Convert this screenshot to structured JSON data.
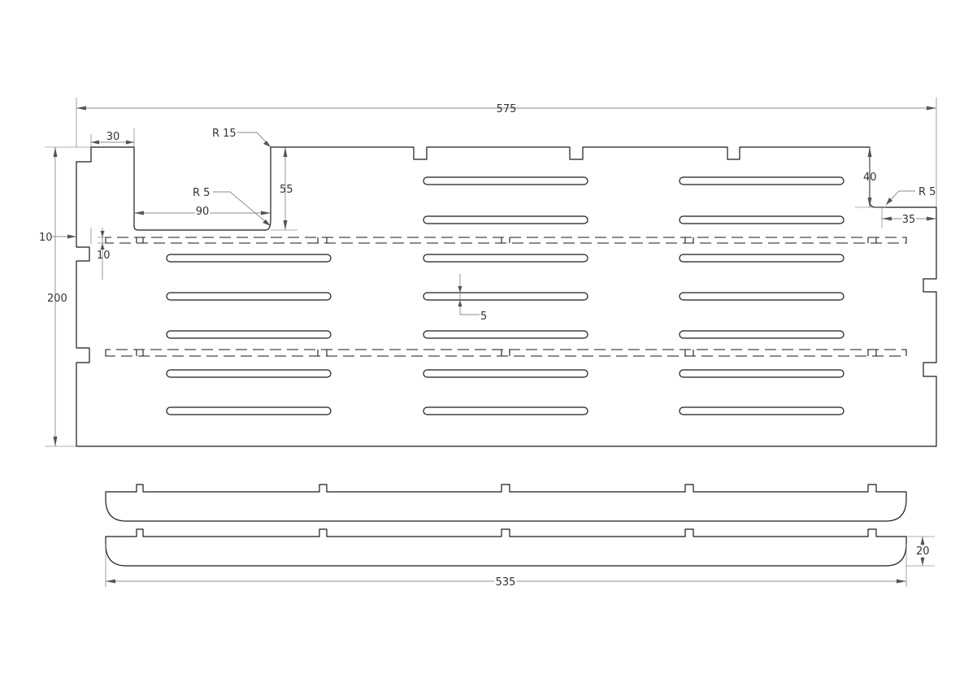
{
  "dimensions": {
    "overall_length": "575",
    "height": "200",
    "notch_width": "30",
    "cutout_radius_outer": "R 15",
    "cutout_radius_inner": "R 5",
    "cutout_width": "90",
    "cutout_depth": "55",
    "end_step_depth": "40",
    "end_radius": "R 5",
    "end_step_width": "35",
    "tab_offset": "10",
    "tab_height": "10",
    "slot_width": "5",
    "rail_length": "535",
    "rail_height": "20"
  }
}
